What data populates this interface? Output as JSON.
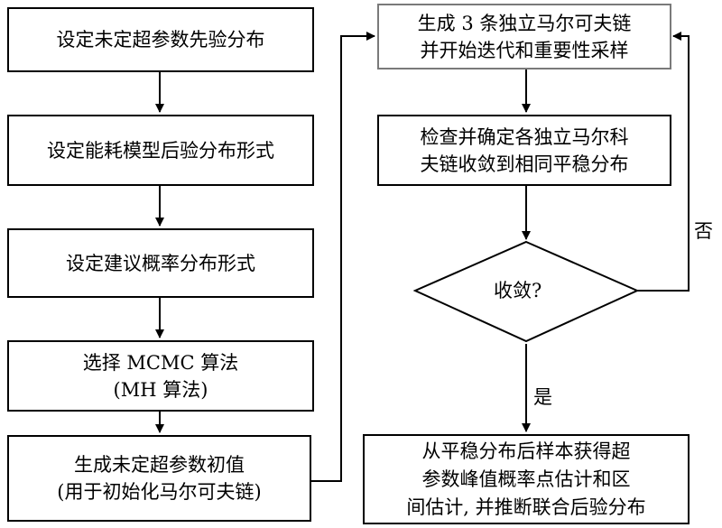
{
  "left_column": {
    "step1": "设定未定超参数先验分布",
    "step2": "设定能耗模型后验分布形式",
    "step3": "设定建议概率分布形式",
    "step4": [
      "选择 MCMC 算法",
      "(MH 算法)"
    ],
    "step5": [
      "生成未定超参数初值",
      "(用于初始化马尔可夫链)"
    ]
  },
  "right_column": {
    "step6": [
      "生成 3 条独立马尔可夫链",
      "并开始迭代和重要性采样"
    ],
    "step7": [
      "检查并确定各独立马尔科",
      "夫链收敛到相同平稳分布"
    ],
    "decision": "收敛?",
    "step8": [
      "从平稳分布后样本获得超",
      "参数峰值概率点估计和区",
      "间估计, 并推断联合后验分布"
    ]
  },
  "labels": {
    "no": "否",
    "yes": "是"
  }
}
